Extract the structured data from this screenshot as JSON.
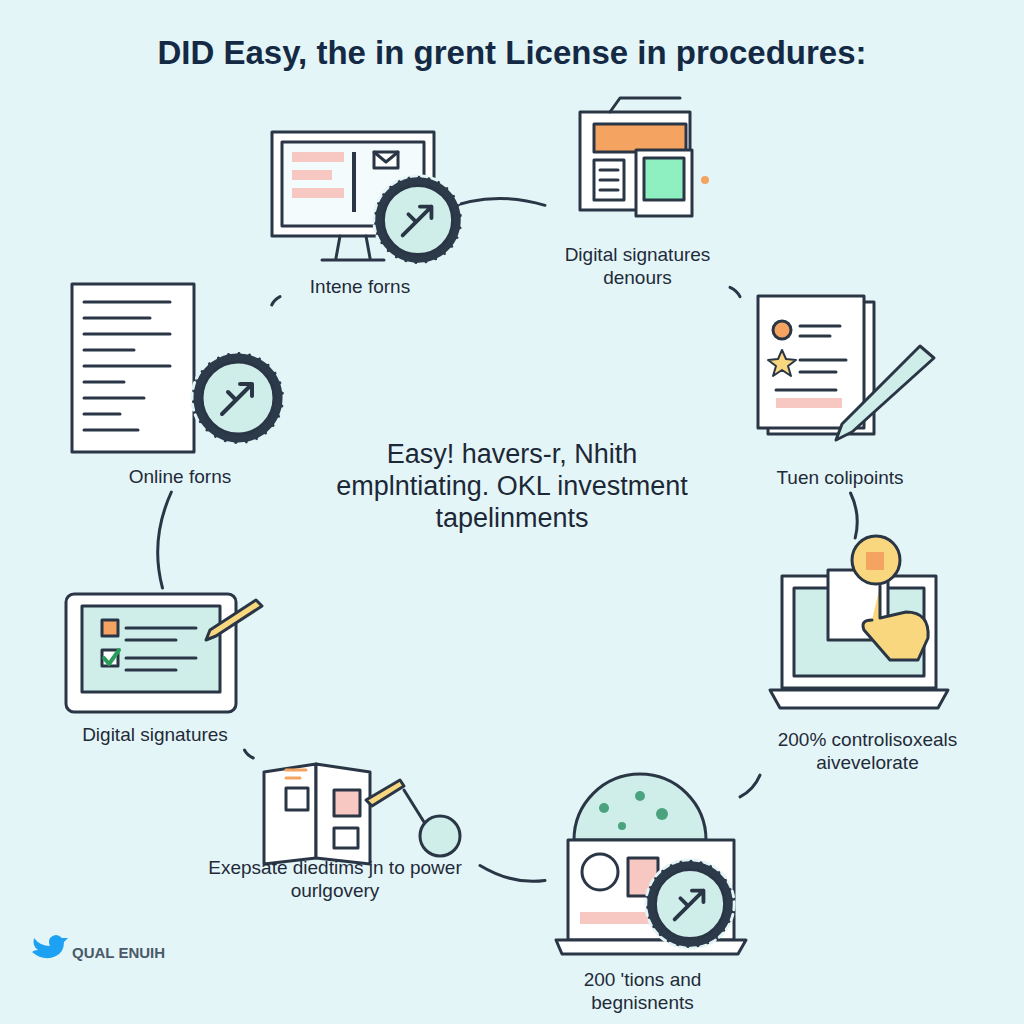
{
  "diagram": {
    "title": "DID Easy, the in grent License in procedures:",
    "nodes": [
      {
        "text": [
          "Intene forns"
        ]
      },
      {
        "text": [
          "Digital signatures denours"
        ]
      },
      {
        "text": [
          "Tuen colipoints"
        ]
      },
      {
        "text": [
          "200% controlisoxeals aivevelorate"
        ]
      },
      {
        "text": [
          "200 'tions and begnisnents"
        ]
      },
      {
        "text": [
          "Exepsate diedtims jn to power ourlgovery"
        ]
      },
      {
        "text": [
          "Digital signatures"
        ]
      },
      {
        "text": [
          "Online forns"
        ]
      }
    ],
    "edges": [
      {
        "from": 0,
        "to": 1,
        "arrow": "none"
      },
      {
        "from": 1,
        "to": 2,
        "arrow": "none"
      },
      {
        "from": 2,
        "to": 3,
        "arrow": "none"
      },
      {
        "from": 3,
        "to": 4,
        "arrow": "none"
      },
      {
        "from": 4,
        "to": 5,
        "arrow": "none"
      },
      {
        "from": 5,
        "to": 6,
        "arrow": "none"
      },
      {
        "from": 6,
        "to": 7,
        "arrow": "none"
      },
      {
        "from": 7,
        "to": 0,
        "arrow": "none"
      }
    ],
    "labels": [
      "Easy! havers-r, Nhith emplntiating. OKL investment tapelinments",
      "QUAL ENUIH"
    ]
  }
}
